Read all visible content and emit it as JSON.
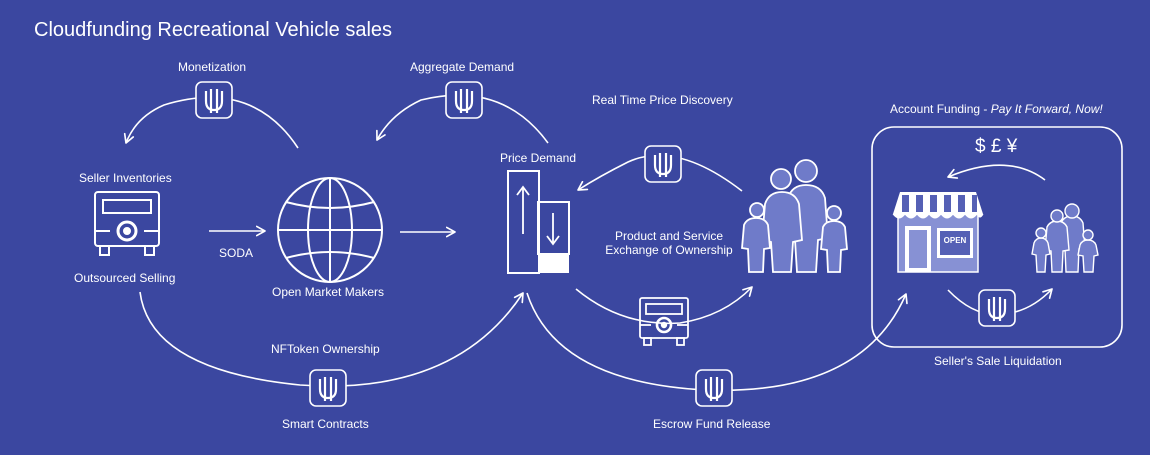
{
  "title": "Cloudfunding Recreational Vehicle sales",
  "labels": {
    "monetization": "Monetization",
    "aggregate_demand": "Aggregate Demand",
    "real_time_price_discovery": "Real Time Price Discovery",
    "account_funding": "Account Funding  -",
    "pay_it_forward": "Pay It Forward, Now!",
    "seller_inventories": "Seller Inventories",
    "outsourced_selling": "Outsourced Selling",
    "soda": "SODA",
    "open_market_makers": "Open Market Makers",
    "price_demand": "Price Demand",
    "product_service_line1": "Product and Service",
    "product_service_line2": "Exchange of Ownership",
    "nftoken_ownership": "NFToken Ownership",
    "smart_contracts": "Smart Contracts",
    "escrow_fund_release": "Escrow Fund Release",
    "sellers_sale_liquidation": "Seller's Sale Liquidation",
    "currency_symbols": "$ £ ¥",
    "store_sign": "OPEN"
  },
  "colors": {
    "background": "#3b47a0",
    "foreground": "#ffffff",
    "people": "#6f7bc9",
    "store_fill": "#8791d4",
    "store_accent": "#5560b5"
  },
  "icons": [
    "token-icon",
    "globe-icon",
    "vehicle-icon",
    "price-bars-icon",
    "family-icon",
    "storefront-icon",
    "arrow-icon"
  ]
}
